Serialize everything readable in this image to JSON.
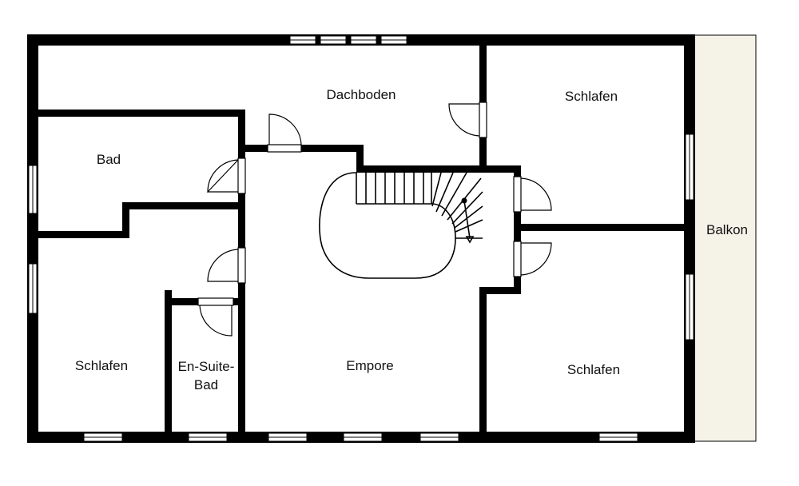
{
  "plan": {
    "rooms": {
      "dachboden": "Dachboden",
      "bad": "Bad",
      "schlafen_top_right": "Schlafen",
      "balkon": "Balkon",
      "schlafen_left": "Schlafen",
      "ensuite_line1": "En-Suite-",
      "ensuite_line2": "Bad",
      "empore": "Empore",
      "schlafen_bottom_right": "Schlafen"
    },
    "colors": {
      "wall": "#000000",
      "balcony_fill": "#f5f2e8",
      "background": "#ffffff"
    }
  }
}
